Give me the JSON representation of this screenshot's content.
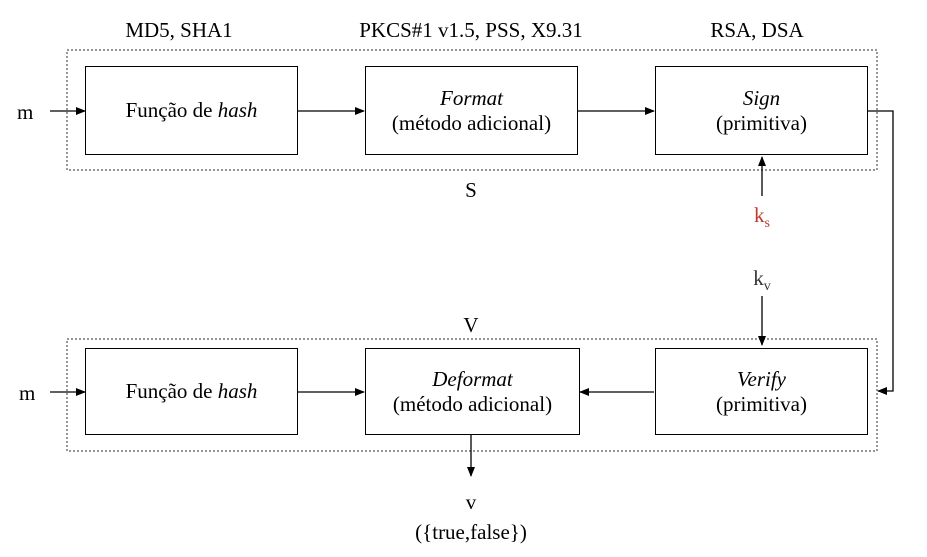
{
  "colors": {
    "line": "#000000",
    "dotted_border": "#555555",
    "sign_key": "#c0392b",
    "verify_key": "#333333"
  },
  "top_labels": {
    "hash_algorithms": "MD5, SHA1",
    "format_methods": "PKCS#1 v1.5, PSS, X9.31",
    "signature_algorithms": "RSA, DSA"
  },
  "sign_group": {
    "label": "S",
    "input": "m",
    "hash_box": {
      "text": "Função de ",
      "italic": "hash"
    },
    "format_box": {
      "title": "Format",
      "subtitle": "(método adicional)"
    },
    "sign_box": {
      "title": "Sign",
      "subtitle": "(primitiva)"
    },
    "key": {
      "base": "k",
      "sub": "s"
    }
  },
  "verify_group": {
    "label": "V",
    "input": "m",
    "hash_box": {
      "text": "Função de ",
      "italic": "hash"
    },
    "deformat_box": {
      "title": "Deformat",
      "subtitle": "(método adicional)"
    },
    "verify_box": {
      "title": "Verify",
      "subtitle": "(primitiva)"
    },
    "key": {
      "base": "k",
      "sub": "v"
    }
  },
  "output": {
    "symbol": "v",
    "values": "({true,false})"
  }
}
